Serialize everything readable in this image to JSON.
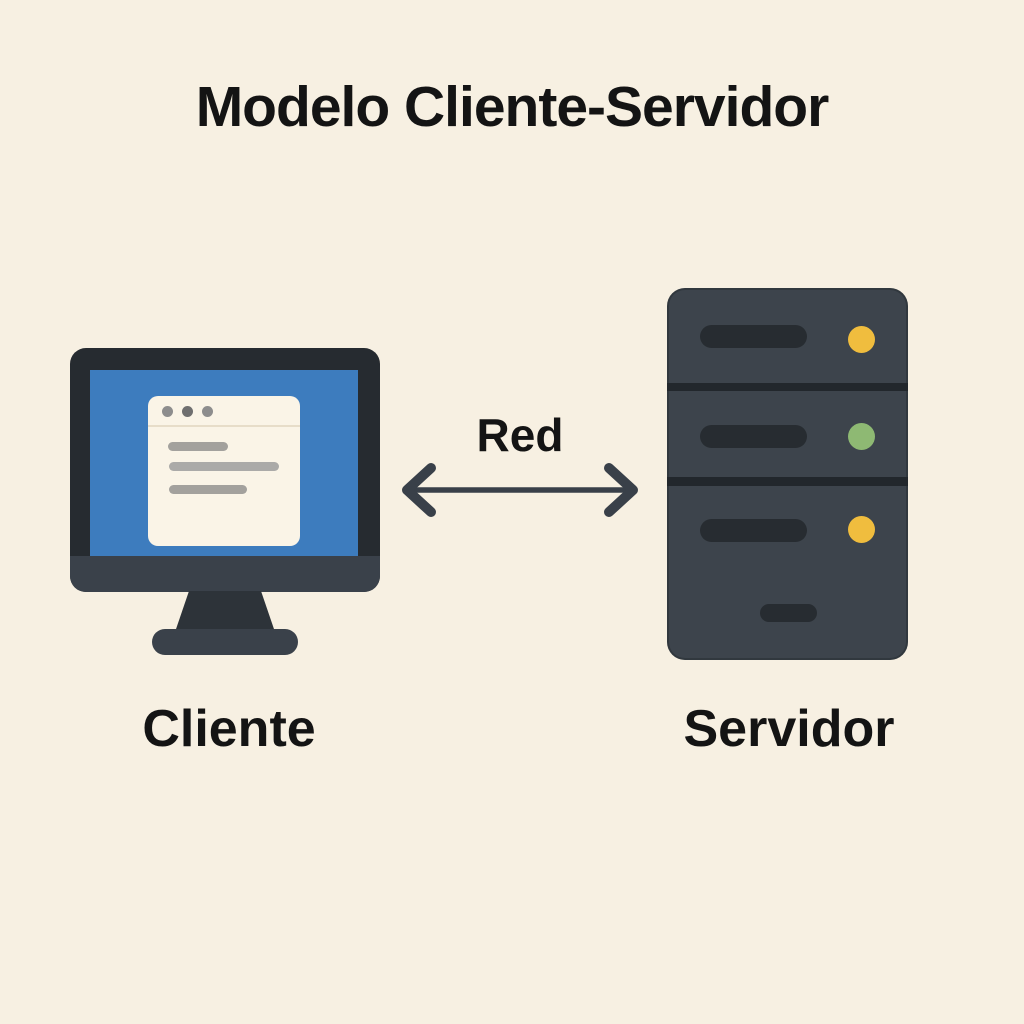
{
  "page": {
    "title": "Modelo Cliente-Servidor",
    "background_color": "#f7f0e2",
    "text_color": "#141414"
  },
  "client": {
    "label": "Cliente",
    "icon": "desktop-monitor-icon",
    "screen_color": "#3d7cbe",
    "window_dot_count": 3,
    "window_line_count": 3
  },
  "connection": {
    "label": "Red",
    "icon": "double-headed-arrow-icon",
    "arrow_color": "#394049"
  },
  "server": {
    "label": "Servidor",
    "icon": "server-rack-icon",
    "body_color": "#3d444c",
    "led_colors": [
      "#f0bd3e",
      "#8eb973",
      "#f0bd3e"
    ],
    "rack_unit_count": 3
  }
}
